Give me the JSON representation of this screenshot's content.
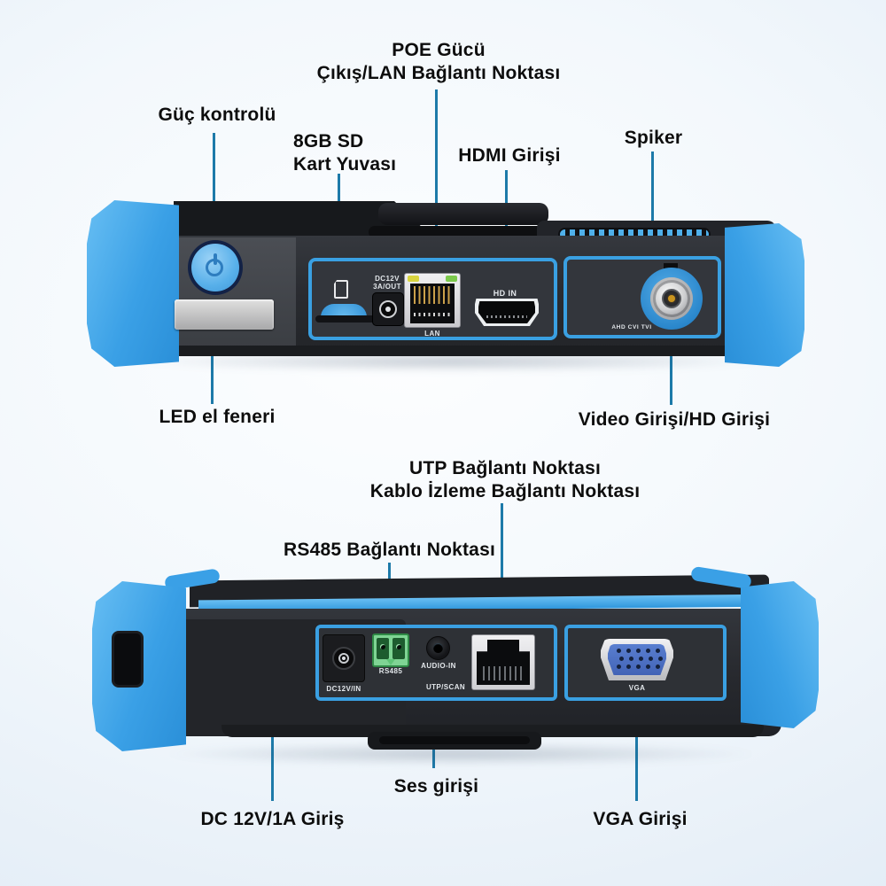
{
  "callouts": {
    "poe": {
      "line1": "POE Gücü",
      "line2": "Çıkış/LAN Bağlantı Noktası"
    },
    "power": {
      "line1": "Güç kontrolü"
    },
    "sd": {
      "line1": "8GB SD",
      "line2": "Kart Yuvası"
    },
    "hdmi": {
      "line1": "HDMI Girişi"
    },
    "speaker": {
      "line1": "Spiker"
    },
    "flashlight": {
      "line1": "LED el feneri"
    },
    "video": {
      "line1": "Video Girişi/HD Girişi"
    },
    "utp": {
      "line1": "UTP Bağlantı Noktası",
      "line2": "Kablo İzleme Bağlantı Noktası"
    },
    "rs485": {
      "line1": "RS485 Bağlantı Noktası"
    },
    "dc": {
      "line1": "DC 12V/1A Giriş"
    },
    "audio": {
      "line1": "Ses girişi"
    },
    "vga": {
      "line1": "VGA Girişi"
    }
  },
  "device_top": {
    "ports": {
      "dc_out_line1": "DC12V",
      "dc_out_line2": "3A/OUT",
      "lan": "LAN",
      "hdmi_in": "HD IN",
      "bnc": "AHD CVI TVI"
    }
  },
  "device_bottom": {
    "ports": {
      "dc_in": "DC12V/IN",
      "rs485": "RS485",
      "audio_in": "AUDIO-IN",
      "utp_scan": "UTP/SCAN",
      "vga": "VGA"
    }
  },
  "colors": {
    "leader_line": "#1d7aa9",
    "panel_border_blue": "#3aa0e2",
    "bumper_blue": "#3aa0e6",
    "label_text": "#0d0d0d"
  }
}
